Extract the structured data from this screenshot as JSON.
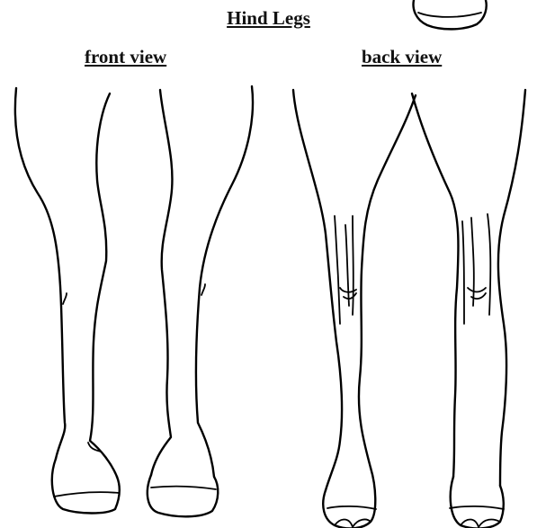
{
  "title": "Hind Legs",
  "views": {
    "front": "front view",
    "back": "back view"
  }
}
